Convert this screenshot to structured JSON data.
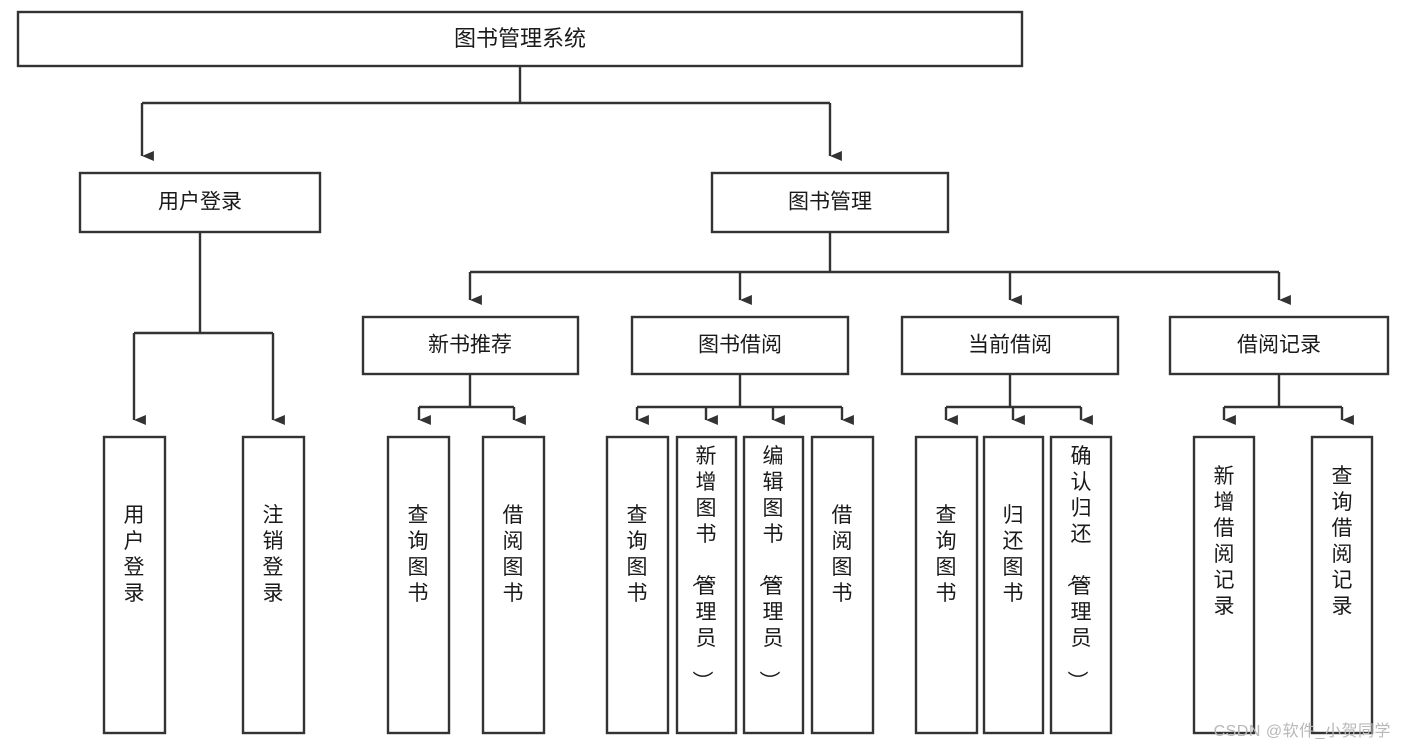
{
  "diagram": {
    "type": "tree-hierarchy-diagram",
    "title": "图书管理系统",
    "watermark": "CSDN @软件_小贺同学",
    "colors": {
      "stroke": "#333333",
      "fill": "#ffffff",
      "text": "#1a1a1a",
      "watermark": "#b8b8b8"
    },
    "levels": {
      "root": {
        "label": "图书管理系统"
      },
      "level2": [
        {
          "id": "user-login",
          "label": "用户登录"
        },
        {
          "id": "book-management",
          "label": "图书管理"
        }
      ],
      "level3": [
        {
          "id": "new-book-recommend",
          "label": "新书推荐",
          "parent": "book-management"
        },
        {
          "id": "book-borrow",
          "label": "图书借阅",
          "parent": "book-management"
        },
        {
          "id": "current-borrow",
          "label": "当前借阅",
          "parent": "book-management"
        },
        {
          "id": "borrow-record",
          "label": "借阅记录",
          "parent": "book-management"
        }
      ],
      "leaves": [
        {
          "id": "leaf-user-login",
          "label": "用户登录",
          "parent": "user-login"
        },
        {
          "id": "leaf-logout-login",
          "label": "注销登录",
          "parent": "user-login"
        },
        {
          "id": "leaf-query-book-1",
          "label": "查询图书",
          "parent": "new-book-recommend"
        },
        {
          "id": "leaf-borrow-book-1",
          "label": "借阅图书",
          "parent": "new-book-recommend"
        },
        {
          "id": "leaf-query-book-2",
          "label": "查询图书",
          "parent": "book-borrow"
        },
        {
          "id": "leaf-add-book",
          "label": "新增图书（管理员）",
          "parent": "book-borrow"
        },
        {
          "id": "leaf-edit-book",
          "label": "编辑图书（管理员）",
          "parent": "book-borrow"
        },
        {
          "id": "leaf-borrow-book-2",
          "label": "借阅图书",
          "parent": "book-borrow"
        },
        {
          "id": "leaf-query-book-3",
          "label": "查询图书",
          "parent": "current-borrow"
        },
        {
          "id": "leaf-return-book",
          "label": "归还图书",
          "parent": "current-borrow"
        },
        {
          "id": "leaf-confirm-return",
          "label": "确认归还（管理员）",
          "parent": "current-borrow"
        },
        {
          "id": "leaf-add-record",
          "label": "新增借阅记录",
          "parent": "borrow-record"
        },
        {
          "id": "leaf-query-record",
          "label": "查询借阅记录",
          "parent": "borrow-record"
        }
      ]
    }
  }
}
